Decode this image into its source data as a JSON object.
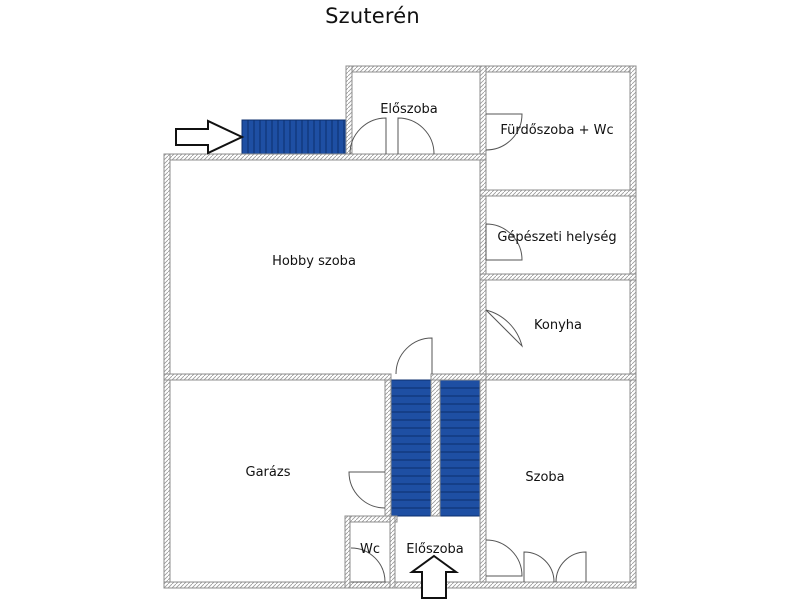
{
  "plan": {
    "title": "Szuterén",
    "rooms": {
      "eloszoba_top": "Előszoba",
      "furdoszoba": "Fürdőszoba + Wc",
      "gepeszeti": "Gépészeti helység",
      "hobby": "Hobby szoba",
      "konyha": "Konyha",
      "garazs": "Garázs",
      "szoba": "Szoba",
      "wc": "Wc",
      "eloszoba_bottom": "Előszoba"
    }
  },
  "colors": {
    "wall": "#8c8c8c",
    "stair_fill": "#1e4fa3",
    "stair_line": "#0c2f6e",
    "door_line": "#555555"
  },
  "icons": {
    "entry_arrow_top": "arrow-right-icon",
    "entry_arrow_bottom": "arrow-up-icon"
  }
}
